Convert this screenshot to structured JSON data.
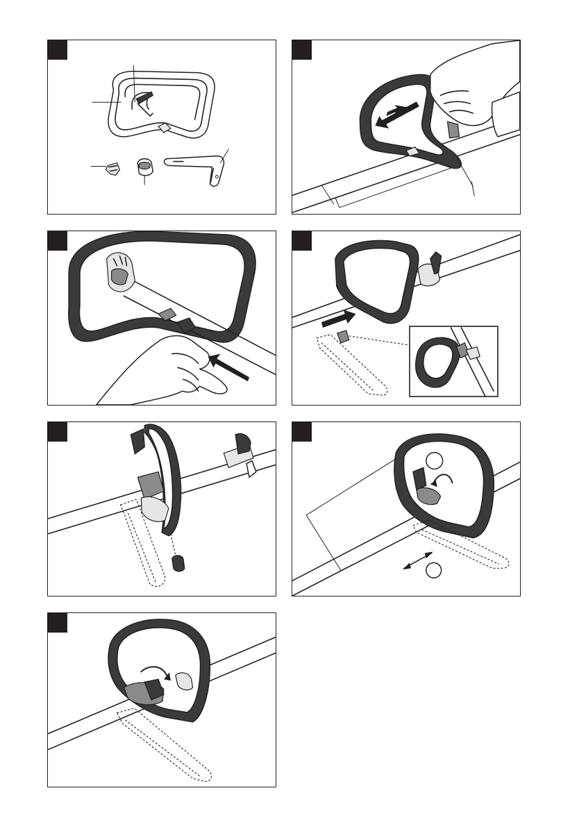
{
  "panels": [
    {
      "id": 1,
      "badge": "",
      "content": "parts-overview"
    },
    {
      "id": 2,
      "badge": "",
      "content": "handle-positioning"
    },
    {
      "id": 3,
      "badge": "",
      "content": "clamp-insertion"
    },
    {
      "id": 4,
      "badge": "",
      "content": "handle-slide-with-detail"
    },
    {
      "id": 5,
      "badge": "",
      "content": "knob-insertion"
    },
    {
      "id": 6,
      "badge": "",
      "content": "distance-adjustment"
    },
    {
      "id": 7,
      "badge": "",
      "content": "lock-lever"
    }
  ],
  "colors": {
    "line": "#231f20",
    "fill_dark": "#3a3a3a",
    "fill_mid": "#8a8a8a",
    "background": "#ffffff"
  },
  "icons": [
    "arrow-icon",
    "rotate-arrow-icon",
    "double-arrow-icon"
  ]
}
